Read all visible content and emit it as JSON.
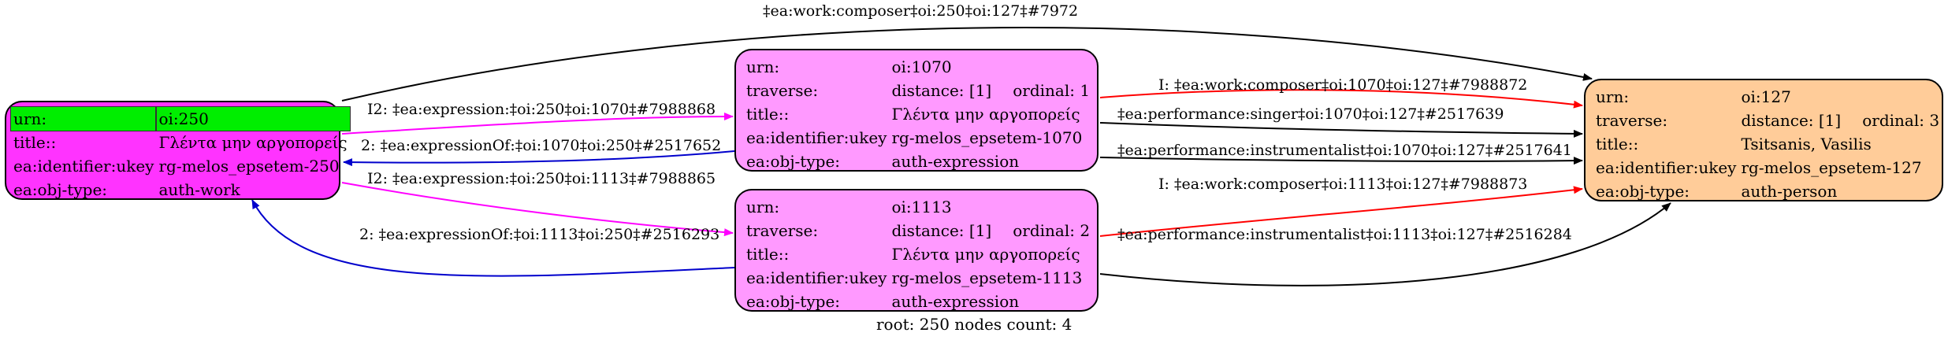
{
  "nodes": {
    "work": {
      "rows": [
        {
          "key": "urn:",
          "value": "oi:250"
        },
        {
          "key": "title::",
          "value": "Γλέντα μην αργοπορείς"
        },
        {
          "key": "ea:identifier:ukey",
          "value": "rg-melos_epsetem-250"
        },
        {
          "key": "ea:obj-type:",
          "value": "auth-work"
        }
      ],
      "fill": "#ff33ff",
      "header_fill": "#00ee00"
    },
    "expr1070": {
      "urn_key": "urn:",
      "urn": "oi:1070",
      "traverse_key": "traverse:",
      "distance": "distance: [1]",
      "ordinal": "ordinal: 1",
      "title_key": "title::",
      "title": "Γλέντα μην αργοπορείς",
      "ukey_key": "ea:identifier:ukey",
      "ukey": "rg-melos_epsetem-1070",
      "type_key": "ea:obj-type:",
      "type": "auth-expression",
      "fill": "#ff99ff"
    },
    "expr1113": {
      "urn_key": "urn:",
      "urn": "oi:1113",
      "traverse_key": "traverse:",
      "distance": "distance: [1]",
      "ordinal": "ordinal: 2",
      "title_key": "title::",
      "title": "Γλέντα μην αργοπορείς",
      "ukey_key": "ea:identifier:ukey",
      "ukey": "rg-melos_epsetem-1113",
      "type_key": "ea:obj-type:",
      "type": "auth-expression",
      "fill": "#ff99ff"
    },
    "person": {
      "urn_key": "urn:",
      "urn": "oi:127",
      "traverse_key": "traverse:",
      "distance": "distance: [1]",
      "ordinal": "ordinal: 3",
      "title_key": "title::",
      "title": "Tsitsanis, Vasilis",
      "ukey_key": "ea:identifier:ukey",
      "ukey": "rg-melos_epsetem-127",
      "type_key": "ea:obj-type:",
      "type": "auth-person",
      "fill": "#ffcc99"
    }
  },
  "edges": [
    {
      "label": "‡ea:work:composer‡oi:250‡oi:127‡#7972",
      "color": "#000000"
    },
    {
      "label": "I2: ‡ea:expression:‡oi:250‡oi:1070‡#7988868",
      "color": "#ff00ff"
    },
    {
      "label": "2: ‡ea:expressionOf:‡oi:1070‡oi:250‡#2517652",
      "color": "#0000cc"
    },
    {
      "label": "I2: ‡ea:expression:‡oi:250‡oi:1113‡#7988865",
      "color": "#ff00ff"
    },
    {
      "label": "2: ‡ea:expressionOf:‡oi:1113‡oi:250‡#2516293",
      "color": "#0000cc"
    },
    {
      "label": "I: ‡ea:work:composer‡oi:1070‡oi:127‡#7988872",
      "color": "#ff0000"
    },
    {
      "label": "‡ea:performance:singer‡oi:1070‡oi:127‡#2517639",
      "color": "#000000"
    },
    {
      "label": "‡ea:performance:instrumentalist‡oi:1070‡oi:127‡#2517641",
      "color": "#000000"
    },
    {
      "label": "I: ‡ea:work:composer‡oi:1113‡oi:127‡#7988873",
      "color": "#ff0000"
    },
    {
      "label": "‡ea:performance:instrumentalist‡oi:1113‡oi:127‡#2516284",
      "color": "#000000"
    }
  ],
  "footer": "root: 250 nodes count: 4"
}
